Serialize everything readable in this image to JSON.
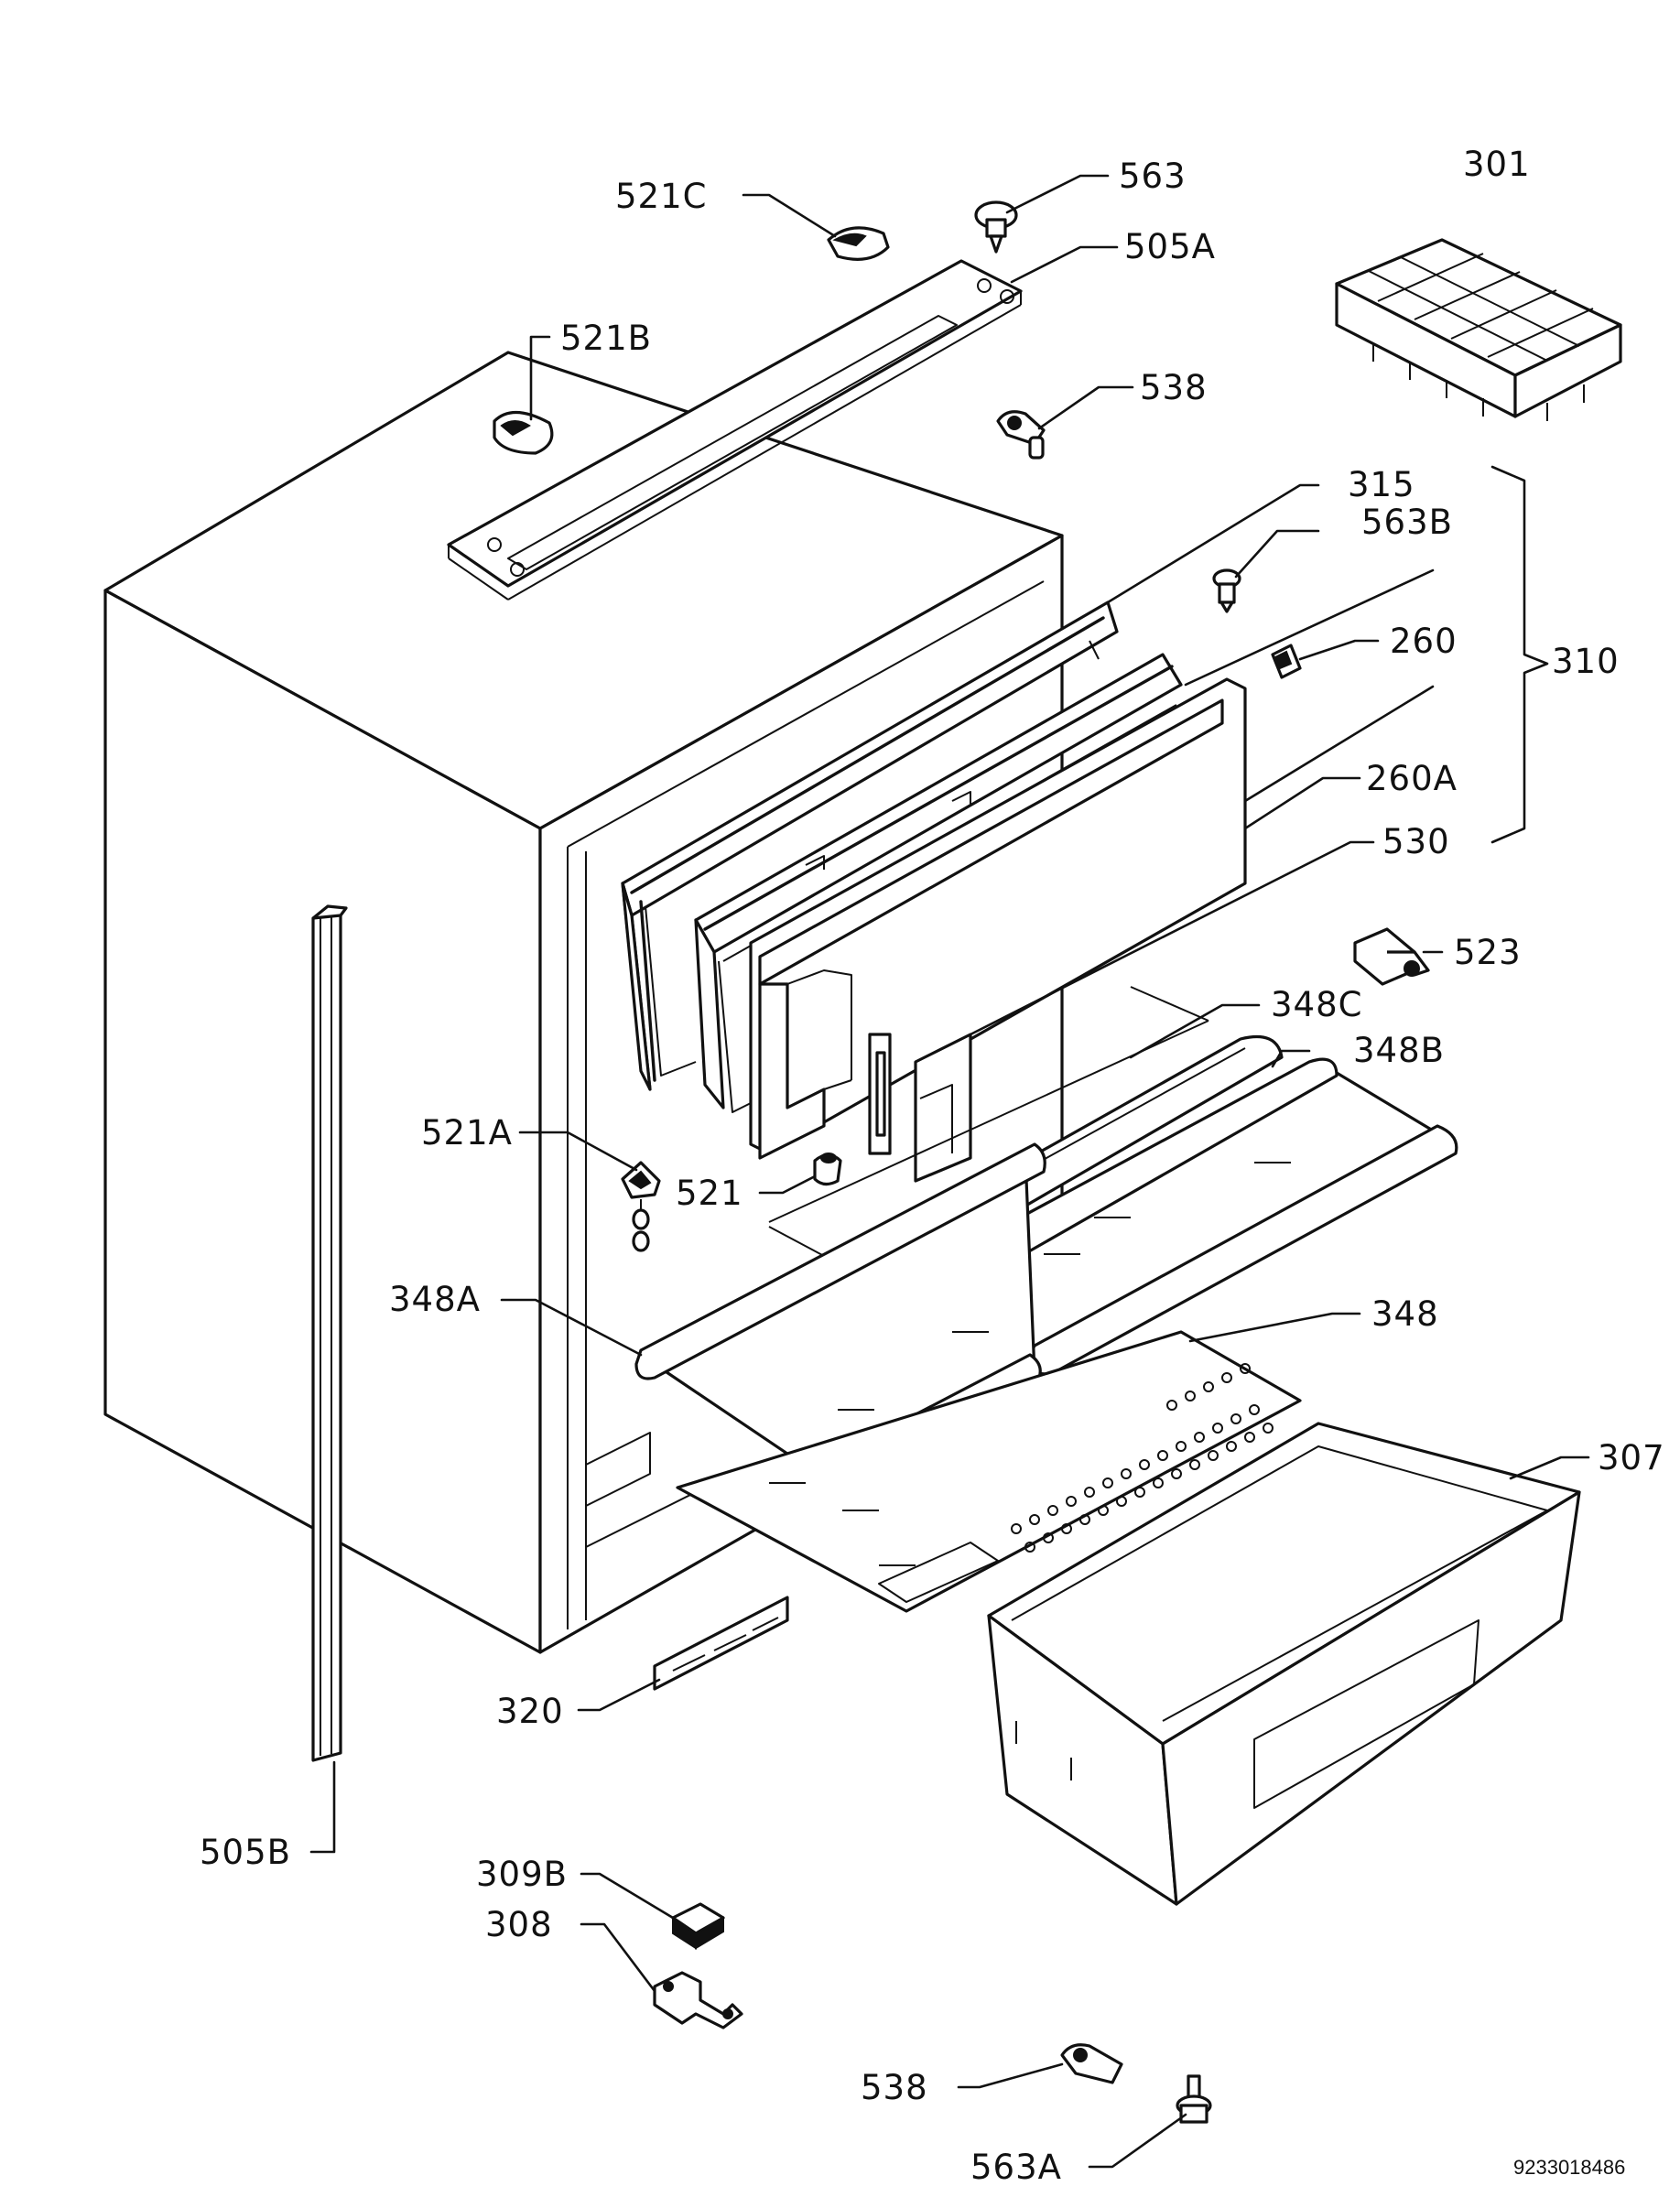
{
  "labels": {
    "p301": "301",
    "p563": "563",
    "p521c": "521C",
    "p505a": "505A",
    "p521b": "521B",
    "p538_top": "538",
    "p315": "315",
    "p563b": "563B",
    "p260": "260",
    "p310": "310",
    "p260a": "260A",
    "p530": "530",
    "p523": "523",
    "p348c": "348C",
    "p348b": "348B",
    "p521a": "521A",
    "p521": "521",
    "p348a": "348A",
    "p348": "348",
    "p307": "307",
    "p320": "320",
    "p505b": "505B",
    "p309b": "309B",
    "p308": "308",
    "p538_bottom": "538",
    "p563a": "563A"
  },
  "document_number": "9233018486"
}
